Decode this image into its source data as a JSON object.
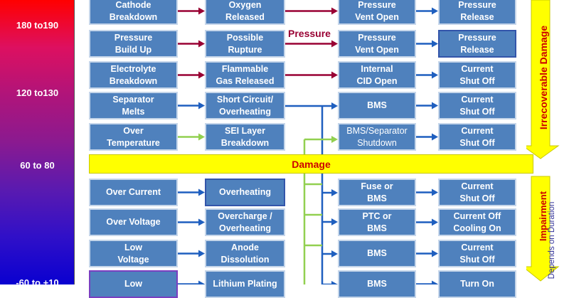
{
  "temperature_scale": {
    "labels": [
      "180 to190",
      "120 to130",
      "60 to 80",
      "-60 to +10"
    ],
    "gradient_colors": [
      "#ff0000",
      "#dd1060",
      "#b0147a",
      "#8a1a90",
      "#5a1ab0",
      "#3010c8",
      "#0a00d0"
    ]
  },
  "rows": [
    {
      "cause": "Cathode\nBreakdown",
      "effect": "Oxygen\nReleased",
      "response": "Pressure\nVent Open",
      "outcome": "Pressure\nRelease",
      "arrow": "maroon"
    },
    {
      "cause": "Pressure\nBuild Up",
      "effect": "Possible\nRupture",
      "response": "Pressure\nVent Open",
      "outcome": "Pressure\nRelease",
      "arrow": "maroon"
    },
    {
      "cause": "Electrolyte\nBreakdown",
      "effect": "Flammable\nGas Released",
      "response": "Internal\nCID Open",
      "outcome": "Current\nShut Off",
      "arrow": "maroon"
    },
    {
      "cause": "Separator\nMelts",
      "effect": "Short Circuit/\nOverheating",
      "response": "BMS",
      "outcome": "Current\nShut Off",
      "arrow": "blue"
    },
    {
      "cause": "Over\nTemperature",
      "effect": "SEI  Layer\nBreakdown",
      "response": "BMS/Separator\nShutdown",
      "outcome": "Current\nShut Off",
      "arrow": "green"
    },
    {
      "cause": "Over Current",
      "effect": "Overheating",
      "response": "Fuse or\nBMS",
      "outcome": "Current\nShut Off",
      "arrow": "blue"
    },
    {
      "cause": "Over Voltage",
      "effect": "Overcharge /\nOverheating",
      "response": "PTC or\nBMS",
      "outcome": "Current Off\nCooling On",
      "arrow": "blue"
    },
    {
      "cause": "Low\nVoltage",
      "effect": "Anode\nDissolution",
      "response": "BMS",
      "outcome": "Current\nShut Off",
      "arrow": "blue"
    },
    {
      "cause": "Low",
      "effect": "Lithium Plating",
      "response": "BMS",
      "outcome": "Turn On",
      "arrow": "blue"
    }
  ],
  "pressure_label": "Pressure",
  "damage_label": "Damage",
  "irrecoverable_label": "Irrecoverable Damage",
  "impairment_label": "Impairment",
  "duration_label": "Depends on Duration",
  "colors": {
    "box_fill": "#4f81bd",
    "maroon_arrow": "#990033",
    "blue_arrow": "#1f5fbf",
    "green_arrow": "#92d050",
    "damage_yellow": "#ffff00",
    "damage_text": "#cc0000"
  }
}
